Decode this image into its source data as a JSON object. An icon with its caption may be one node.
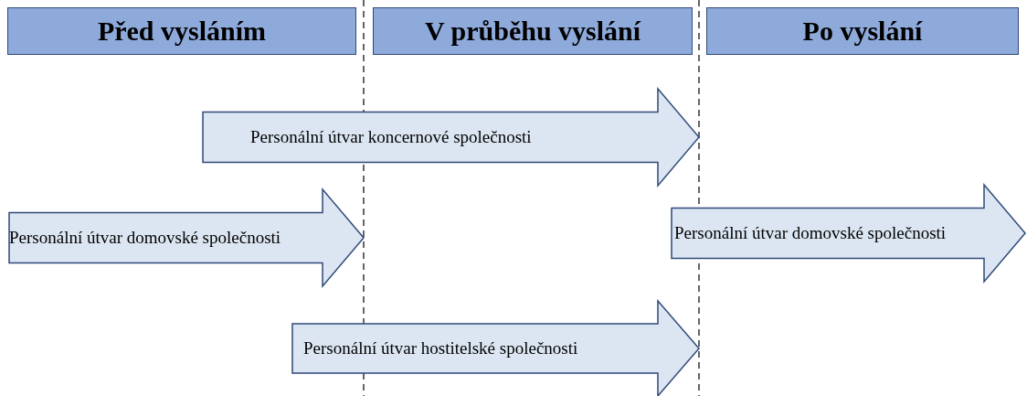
{
  "diagram": {
    "nodes": [
      {
        "text": [
          "Před vysláním"
        ]
      },
      {
        "text": [
          "V průběhu vyslání"
        ]
      },
      {
        "text": [
          "Po vyslání"
        ]
      },
      {
        "text": [
          "Personální útvar koncernové společnosti"
        ]
      },
      {
        "text": [
          "Personální útvar domovské společnosti"
        ]
      },
      {
        "text": [
          "Personální útvar domovské společnosti"
        ]
      },
      {
        "text": [
          "Personální útvar hostitelské společnosti"
        ]
      }
    ],
    "edges": []
  }
}
